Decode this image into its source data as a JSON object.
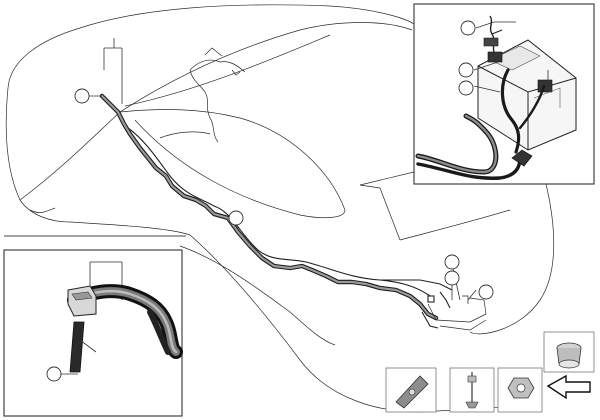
{
  "diagram": {
    "callouts": [
      {
        "id": "c1"
      },
      {
        "id": "c2"
      },
      {
        "id": "c3"
      },
      {
        "id": "c4"
      },
      {
        "id": "c5"
      },
      {
        "id": "c6"
      },
      {
        "id": "c7"
      },
      {
        "id": "c8"
      },
      {
        "id": "c9"
      }
    ],
    "colors": {
      "line": "#222222",
      "cable_core": "#9a9a9a",
      "panel_border": "#444444",
      "background": "#ffffff"
    },
    "icons": [
      "car-outline",
      "battery",
      "main-cable",
      "battery-detail-panel",
      "cable-detail-panel",
      "clip-icon",
      "rivet-icon",
      "nut-icon",
      "grommet-icon",
      "arrow-icon"
    ]
  }
}
